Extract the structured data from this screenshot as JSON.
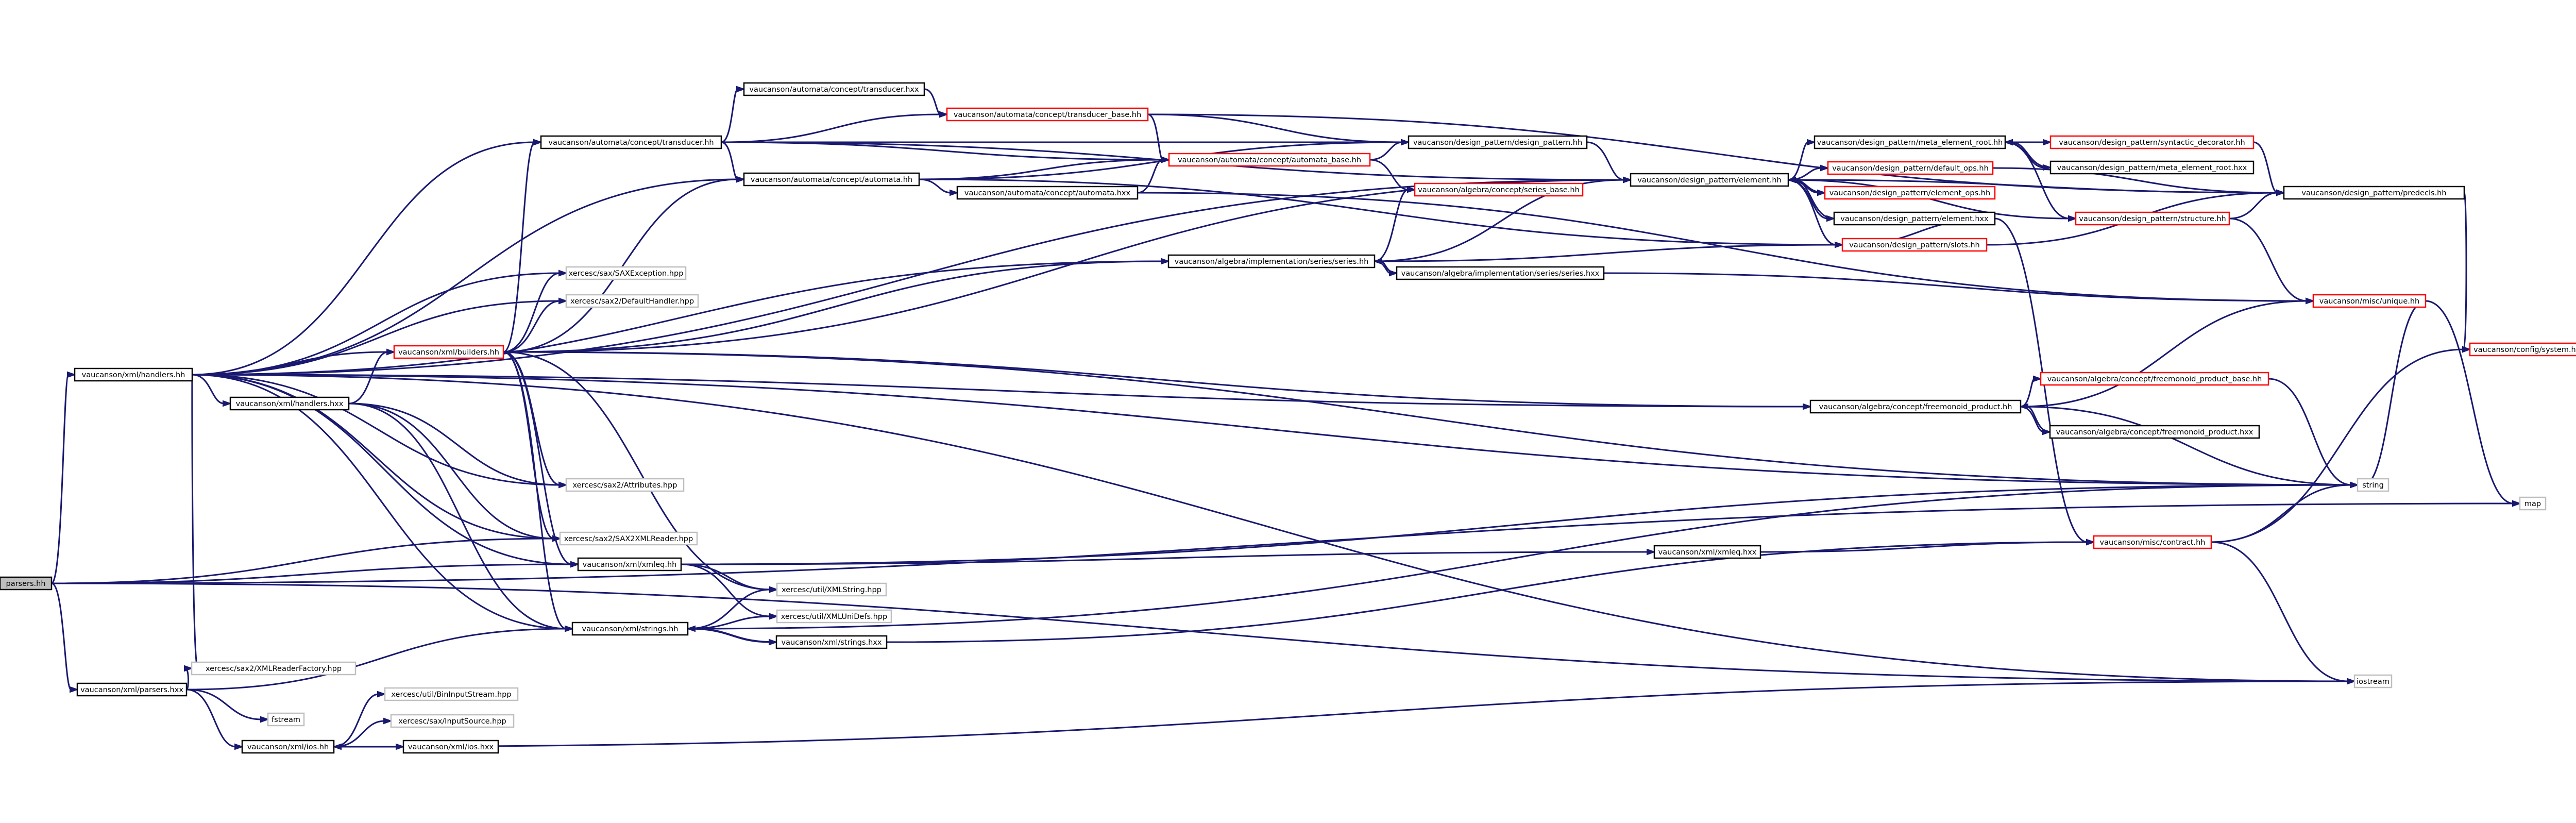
{
  "nodes": {
    "parsers_hh": {
      "label": "parsers.hh",
      "style": "root"
    },
    "xml_handlers_hh": {
      "label": "vaucanson/xml/handlers.hh",
      "style": "normal"
    },
    "xml_parsers_hxx": {
      "label": "vaucanson/xml/parsers.hxx",
      "style": "normal"
    },
    "xml_handlers_hxx": {
      "label": "vaucanson/xml/handlers.hxx",
      "style": "normal"
    },
    "xml_builders_hh": {
      "label": "vaucanson/xml/builders.hh",
      "style": "red"
    },
    "transducer_hh": {
      "label": "vaucanson/automata/concept/transducer.hh",
      "style": "normal"
    },
    "transducer_hxx": {
      "label": "vaucanson/automata/concept/transducer.hxx",
      "style": "normal"
    },
    "transducer_base_hh": {
      "label": "vaucanson/automata/concept/transducer_base.hh",
      "style": "red"
    },
    "automata_hh": {
      "label": "vaucanson/automata/concept/automata.hh",
      "style": "normal"
    },
    "automata_hxx": {
      "label": "vaucanson/automata/concept/automata.hxx",
      "style": "normal"
    },
    "automata_base_hh": {
      "label": "vaucanson/automata/concept/automata_base.hh",
      "style": "red"
    },
    "design_pattern_hh": {
      "label": "vaucanson/design_pattern/design_pattern.hh",
      "style": "normal"
    },
    "series_base_hh": {
      "label": "vaucanson/algebra/concept/series_base.hh",
      "style": "red"
    },
    "element_hh": {
      "label": "vaucanson/design_pattern/element.hh",
      "style": "normal"
    },
    "meta_element_root_hh": {
      "label": "vaucanson/design_pattern/meta_element_root.hh",
      "style": "normal"
    },
    "syntactic_decorator_hh": {
      "label": "vaucanson/design_pattern/syntactic_decorator.hh",
      "style": "red"
    },
    "meta_element_root_hxx": {
      "label": "vaucanson/design_pattern/meta_element_root.hxx",
      "style": "normal"
    },
    "default_ops_hh": {
      "label": "vaucanson/design_pattern/default_ops.hh",
      "style": "red"
    },
    "element_ops_hh": {
      "label": "vaucanson/design_pattern/element_ops.hh",
      "style": "red"
    },
    "structure_hh": {
      "label": "vaucanson/design_pattern/structure.hh",
      "style": "red"
    },
    "predecls_hh": {
      "label": "vaucanson/design_pattern/predecls.hh",
      "style": "normal"
    },
    "element_hxx": {
      "label": "vaucanson/design_pattern/element.hxx",
      "style": "normal"
    },
    "slots_hh": {
      "label": "vaucanson/design_pattern/slots.hh",
      "style": "red"
    },
    "series_hh": {
      "label": "vaucanson/algebra/implementation/series/series.hh",
      "style": "normal"
    },
    "series_hxx": {
      "label": "vaucanson/algebra/implementation/series/series.hxx",
      "style": "normal"
    },
    "unique_hh": {
      "label": "vaucanson/misc/unique.hh",
      "style": "red"
    },
    "system_hh": {
      "label": "vaucanson/config/system.hh",
      "style": "red"
    },
    "SAXException_hpp": {
      "label": "xercesc/sax/SAXException.hpp",
      "style": "gray"
    },
    "DefaultHandler_hpp": {
      "label": "xercesc/sax2/DefaultHandler.hpp",
      "style": "gray"
    },
    "fmp_base_hh": {
      "label": "vaucanson/algebra/concept/freemonoid_product_base.hh",
      "style": "red"
    },
    "fmp_hh": {
      "label": "vaucanson/algebra/concept/freemonoid_product.hh",
      "style": "normal"
    },
    "fmp_hxx": {
      "label": "vaucanson/algebra/concept/freemonoid_product.hxx",
      "style": "normal"
    },
    "Attributes_hpp": {
      "label": "xercesc/sax2/Attributes.hpp",
      "style": "gray"
    },
    "string": {
      "label": "string",
      "style": "gray"
    },
    "map": {
      "label": "map",
      "style": "gray"
    },
    "SAX2XMLReader_hpp": {
      "label": "xercesc/sax2/SAX2XMLReader.hpp",
      "style": "gray"
    },
    "xmleq_hh": {
      "label": "vaucanson/xml/xmleq.hh",
      "style": "normal"
    },
    "xmleq_hxx": {
      "label": "vaucanson/xml/xmleq.hxx",
      "style": "normal"
    },
    "contract_hh": {
      "label": "vaucanson/misc/contract.hh",
      "style": "red"
    },
    "XMLString_hpp": {
      "label": "xercesc/util/XMLString.hpp",
      "style": "gray"
    },
    "XMLUniDefs_hpp": {
      "label": "xercesc/util/XMLUniDefs.hpp",
      "style": "gray"
    },
    "strings_hh": {
      "label": "vaucanson/xml/strings.hh",
      "style": "normal"
    },
    "strings_hxx": {
      "label": "vaucanson/xml/strings.hxx",
      "style": "normal"
    },
    "XMLReaderFactory_hpp": {
      "label": "xercesc/sax2/XMLReaderFactory.hpp",
      "style": "gray"
    },
    "iostream": {
      "label": "iostream",
      "style": "gray"
    },
    "fstream": {
      "label": "fstream",
      "style": "gray"
    },
    "BinInputStream_hpp": {
      "label": "xercesc/util/BinInputStream.hpp",
      "style": "gray"
    },
    "InputSource_hpp": {
      "label": "xercesc/sax/InputSource.hpp",
      "style": "gray"
    },
    "ios_hh": {
      "label": "vaucanson/xml/ios.hh",
      "style": "normal"
    },
    "ios_hxx": {
      "label": "vaucanson/xml/ios.hxx",
      "style": "normal"
    }
  },
  "edges": [
    [
      "parsers_hh",
      "xml_handlers_hh"
    ],
    [
      "parsers_hh",
      "xml_parsers_hxx"
    ],
    [
      "parsers_hh",
      "SAX2XMLReader_hpp"
    ],
    [
      "parsers_hh",
      "xmleq_hh"
    ],
    [
      "parsers_hh",
      "map"
    ],
    [
      "xml_handlers_hh",
      "transducer_hh"
    ],
    [
      "xml_handlers_hh",
      "automata_hh"
    ],
    [
      "xml_handlers_hh",
      "element_hh"
    ],
    [
      "xml_handlers_hh",
      "series_hh"
    ],
    [
      "xml_handlers_hh",
      "SAXException_hpp"
    ],
    [
      "xml_handlers_hh",
      "DefaultHandler_hpp"
    ],
    [
      "xml_handlers_hh",
      "xml_builders_hh"
    ],
    [
      "xml_handlers_hh",
      "xml_handlers_hxx"
    ],
    [
      "xml_handlers_hh",
      "Attributes_hpp"
    ],
    [
      "xml_handlers_hh",
      "SAX2XMLReader_hpp"
    ],
    [
      "xml_handlers_hh",
      "xmleq_hh"
    ],
    [
      "xml_handlers_hh",
      "strings_hh"
    ],
    [
      "xml_handlers_hh",
      "XMLReaderFactory_hpp"
    ],
    [
      "xml_handlers_hh",
      "string"
    ],
    [
      "xml_handlers_hh",
      "iostream"
    ],
    [
      "xml_handlers_hh",
      "fmp_hh"
    ],
    [
      "xml_handlers_hxx",
      "xml_builders_hh"
    ],
    [
      "xml_handlers_hxx",
      "Attributes_hpp"
    ],
    [
      "xml_handlers_hxx",
      "strings_hh"
    ],
    [
      "xml_handlers_hxx",
      "SAX2XMLReader_hpp"
    ],
    [
      "xml_builders_hh",
      "transducer_hh"
    ],
    [
      "xml_builders_hh",
      "automata_hh"
    ],
    [
      "xml_builders_hh",
      "series_hh"
    ],
    [
      "xml_builders_hh",
      "element_hh"
    ],
    [
      "xml_builders_hh",
      "SAXException_hpp"
    ],
    [
      "xml_builders_hh",
      "DefaultHandler_hpp"
    ],
    [
      "xml_builders_hh",
      "Attributes_hpp"
    ],
    [
      "xml_builders_hh",
      "fmp_hh"
    ],
    [
      "xml_builders_hh",
      "string"
    ],
    [
      "xml_builders_hh",
      "SAX2XMLReader_hpp"
    ],
    [
      "xml_builders_hh",
      "xmleq_hh"
    ],
    [
      "xml_builders_hh",
      "strings_hh"
    ],
    [
      "xml_builders_hh",
      "XMLString_hpp"
    ],
    [
      "transducer_hh",
      "transducer_hxx"
    ],
    [
      "transducer_hh",
      "transducer_base_hh"
    ],
    [
      "transducer_hh",
      "automata_base_hh"
    ],
    [
      "transducer_hh",
      "automata_hh"
    ],
    [
      "transducer_hh",
      "design_pattern_hh"
    ],
    [
      "transducer_hh",
      "element_hh"
    ],
    [
      "transducer_hxx",
      "transducer_base_hh"
    ],
    [
      "transducer_base_hh",
      "automata_base_hh"
    ],
    [
      "transducer_base_hh",
      "design_pattern_hh"
    ],
    [
      "transducer_base_hh",
      "predecls_hh"
    ],
    [
      "automata_hh",
      "automata_hxx"
    ],
    [
      "automata_hh",
      "automata_base_hh"
    ],
    [
      "automata_hh",
      "design_pattern_hh"
    ],
    [
      "automata_hh",
      "slots_hh"
    ],
    [
      "automata_hxx",
      "automata_base_hh"
    ],
    [
      "automata_hxx",
      "unique_hh"
    ],
    [
      "automata_base_hh",
      "design_pattern_hh"
    ],
    [
      "automata_base_hh",
      "series_base_hh"
    ],
    [
      "design_pattern_hh",
      "element_hh"
    ],
    [
      "element_hh",
      "meta_element_root_hh"
    ],
    [
      "element_hh",
      "default_ops_hh"
    ],
    [
      "element_hh",
      "element_ops_hh"
    ],
    [
      "element_hh",
      "element_hxx"
    ],
    [
      "element_hh",
      "slots_hh"
    ],
    [
      "element_hh",
      "predecls_hh"
    ],
    [
      "element_hh",
      "structure_hh"
    ],
    [
      "meta_element_root_hh",
      "syntactic_decorator_hh"
    ],
    [
      "meta_element_root_hh",
      "meta_element_root_hxx"
    ],
    [
      "meta_element_root_hh",
      "structure_hh"
    ],
    [
      "meta_element_root_hxx",
      "meta_element_root_hh"
    ],
    [
      "syntactic_decorator_hh",
      "predecls_hh"
    ],
    [
      "default_ops_hh",
      "predecls_hh"
    ],
    [
      "element_ops_hh",
      "element_hh"
    ],
    [
      "structure_hh",
      "predecls_hh"
    ],
    [
      "structure_hh",
      "unique_hh"
    ],
    [
      "element_hxx",
      "element_hh"
    ],
    [
      "element_hxx",
      "slots_hh"
    ],
    [
      "element_hxx",
      "contract_hh"
    ],
    [
      "slots_hh",
      "predecls_hh"
    ],
    [
      "predecls_hh",
      "system_hh"
    ],
    [
      "series_hh",
      "series_base_hh"
    ],
    [
      "series_hh",
      "series_hxx"
    ],
    [
      "series_hh",
      "element_hh"
    ],
    [
      "series_hxx",
      "series_hh"
    ],
    [
      "series_hxx",
      "unique_hh"
    ],
    [
      "slots_hh",
      "series_hh"
    ],
    [
      "unique_hh",
      "map"
    ],
    [
      "fmp_hh",
      "fmp_base_hh"
    ],
    [
      "fmp_hh",
      "fmp_hxx"
    ],
    [
      "fmp_hh",
      "unique_hh"
    ],
    [
      "fmp_hh",
      "string"
    ],
    [
      "fmp_hxx",
      "fmp_hh"
    ],
    [
      "fmp_base_hh",
      "string"
    ],
    [
      "unique_hh",
      "string"
    ],
    [
      "xmleq_hh",
      "xmleq_hxx"
    ],
    [
      "xmleq_hh",
      "XMLString_hpp"
    ],
    [
      "xmleq_hh",
      "XMLUniDefs_hpp"
    ],
    [
      "xmleq_hh",
      "string"
    ],
    [
      "xmleq_hxx",
      "contract_hh"
    ],
    [
      "contract_hh",
      "string"
    ],
    [
      "contract_hh",
      "iostream"
    ],
    [
      "contract_hh",
      "system_hh"
    ],
    [
      "strings_hh",
      "XMLString_hpp"
    ],
    [
      "strings_hh",
      "XMLUniDefs_hpp"
    ],
    [
      "strings_hh",
      "strings_hxx"
    ],
    [
      "strings_hh",
      "string"
    ],
    [
      "strings_hxx",
      "strings_hh"
    ],
    [
      "strings_hxx",
      "contract_hh"
    ],
    [
      "xml_parsers_hxx",
      "XMLReaderFactory_hpp"
    ],
    [
      "xml_parsers_hxx",
      "strings_hh"
    ],
    [
      "xml_parsers_hxx",
      "fstream"
    ],
    [
      "xml_parsers_hxx",
      "ios_hh"
    ],
    [
      "ios_hh",
      "BinInputStream_hpp"
    ],
    [
      "ios_hh",
      "InputSource_hpp"
    ],
    [
      "ios_hh",
      "ios_hxx"
    ],
    [
      "ios_hh",
      "iostream"
    ],
    [
      "ios_hxx",
      "ios_hh"
    ],
    [
      "parsers_hh",
      "iostream"
    ]
  ]
}
